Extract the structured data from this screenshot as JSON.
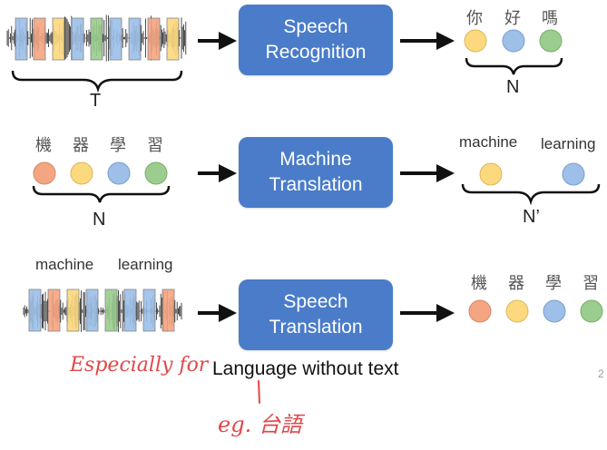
{
  "rows": [
    {
      "box": {
        "line1": "Speech",
        "line2": "Recognition"
      },
      "input_label": "T",
      "output_tokens": [
        "你",
        "好",
        "嗎"
      ],
      "output_label": "N"
    },
    {
      "box": {
        "line1": "Machine",
        "line2": "Translation"
      },
      "input_tokens": [
        "機",
        "器",
        "學",
        "習"
      ],
      "input_label": "N",
      "output_tokens": [
        "machine",
        "learning"
      ],
      "output_label": "N’"
    },
    {
      "box": {
        "line1": "Speech",
        "line2": "Translation"
      },
      "input_tokens": [
        "machine",
        "learning"
      ],
      "output_tokens": [
        "機",
        "器",
        "學",
        "習"
      ]
    }
  ],
  "annotation": {
    "prefix": "Especially for",
    "main": "Language without text",
    "example": "eg. 台語"
  },
  "page_number": "2",
  "colors": {
    "box": "#4A7CC9",
    "orange": "#F4A582",
    "yellow": "#FCD97E",
    "blue": "#9DBFE8",
    "green": "#9ACD8E",
    "annotation": "#e0484a"
  }
}
